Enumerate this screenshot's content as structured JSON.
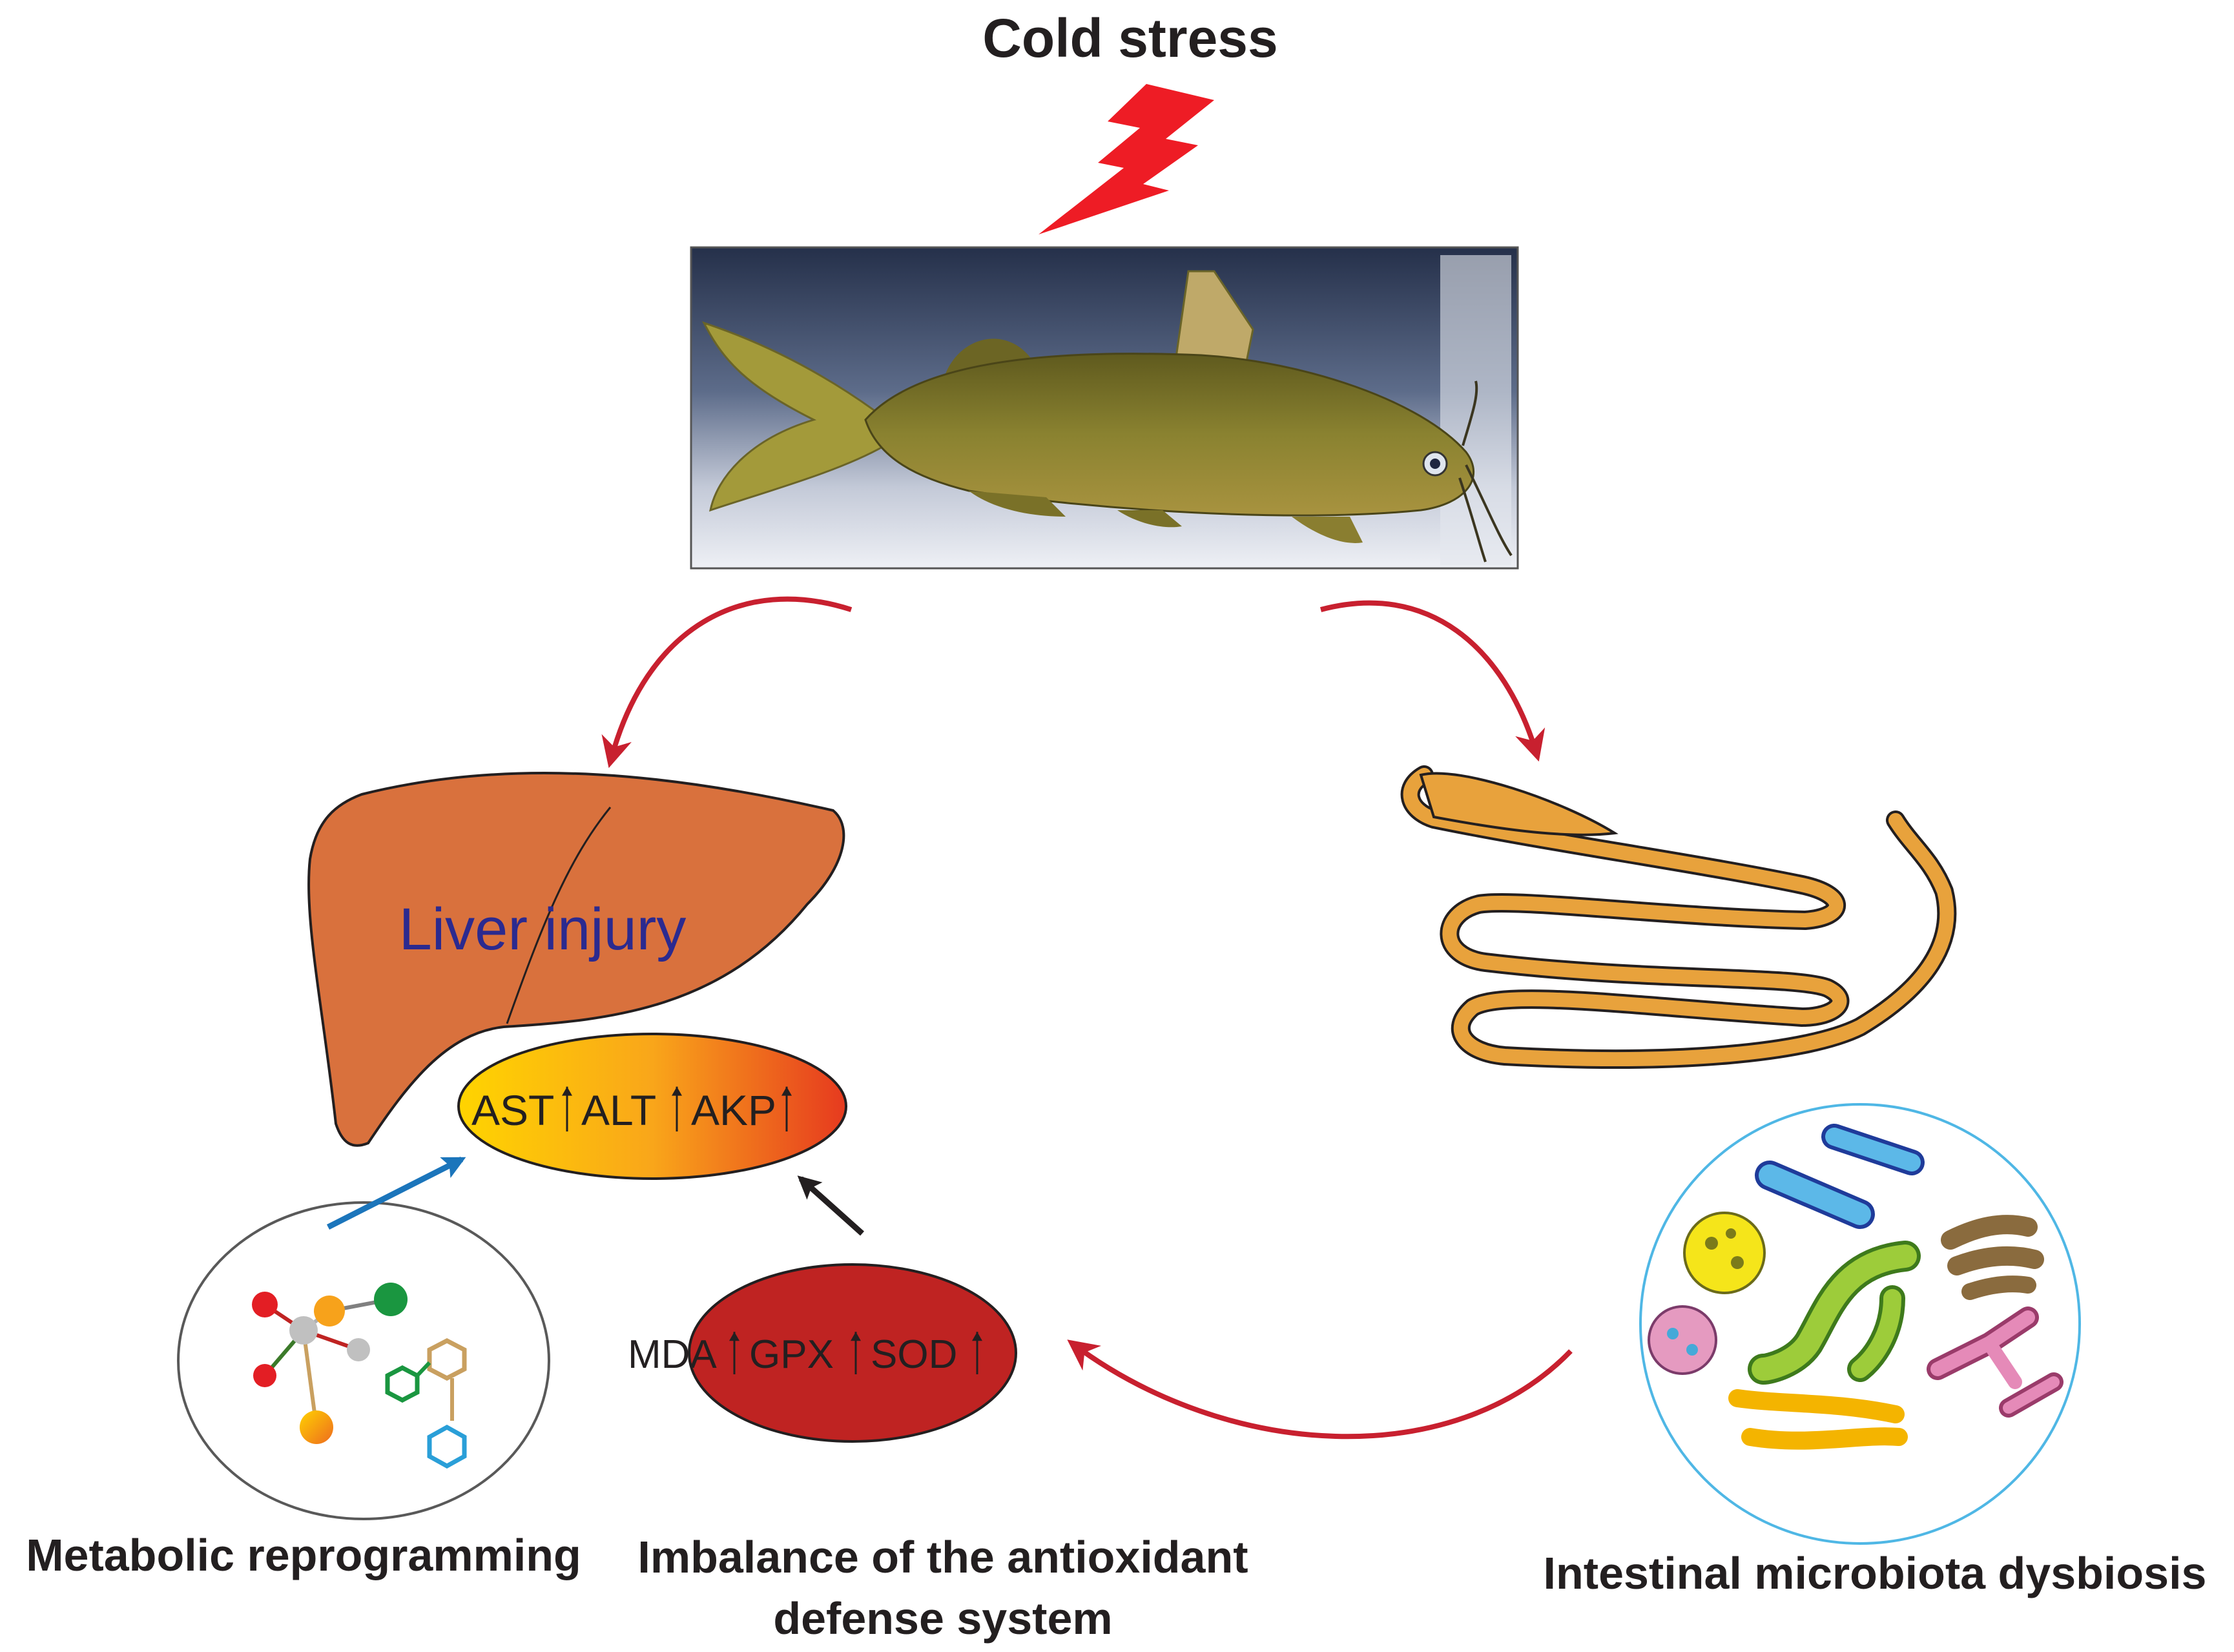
{
  "title": "Cold stress",
  "liver": {
    "label": "Liver injury"
  },
  "enzymes": {
    "items": [
      "AST",
      "ALT",
      "AKP"
    ]
  },
  "antioxidant": {
    "items": [
      "MDA",
      "GPX",
      "SOD"
    ]
  },
  "labels": {
    "metabolic": "Metabolic reprogramming",
    "imbalance_line1": "Imbalance of the antioxidant",
    "imbalance_line2": "defense system",
    "intestinal": "Intestinal microbiota dysbiosis"
  },
  "colors": {
    "accent_red": "#c8202f",
    "liver": "#d9713d",
    "liver_text": "#2b2a8f",
    "antioxidant_ellipse": "#bf2322",
    "intestine": "#e8a23c",
    "microbe_circle": "#4fb7e5",
    "blue_arrow": "#1b75bb"
  }
}
